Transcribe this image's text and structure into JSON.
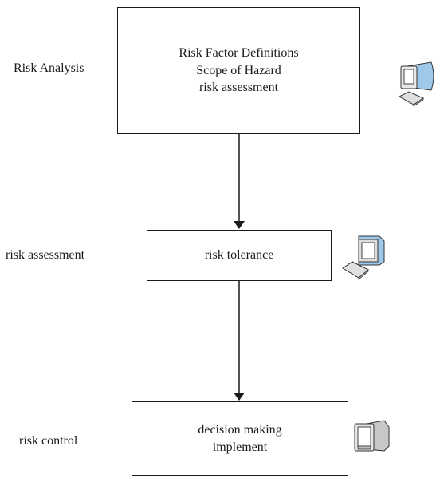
{
  "stages": [
    {
      "label": "Risk Analysis",
      "box_lines": [
        "Risk Factor Definitions",
        "Scope of Hazard",
        "risk assessment"
      ],
      "icon": "computer-monitor-icon"
    },
    {
      "label": "risk assessment",
      "box_lines": [
        "risk tolerance"
      ],
      "icon": "computer-monitor-icon"
    },
    {
      "label": "risk control",
      "box_lines": [
        "decision making",
        "implement"
      ],
      "icon": "computer-monitor-icon"
    }
  ],
  "colors": {
    "line": "#1a1a1a",
    "monitor_blue": "#9ec8ea",
    "monitor_gray": "#c8c8c8"
  }
}
